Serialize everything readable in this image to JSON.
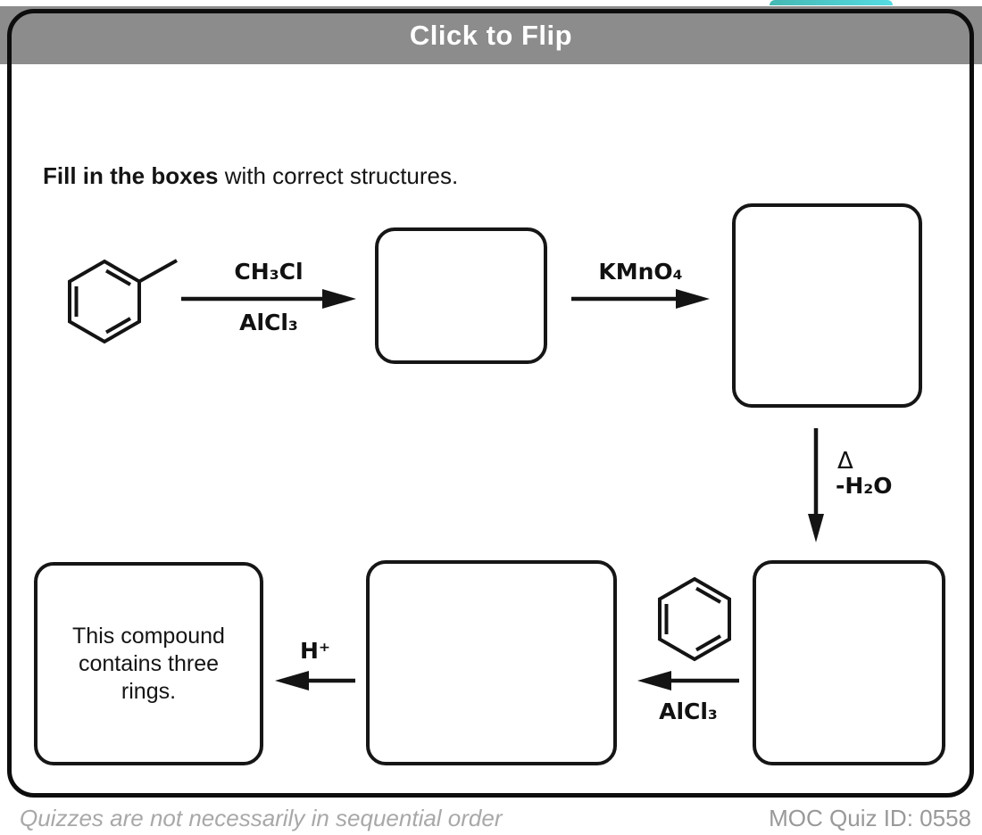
{
  "header": {
    "title": "Click to Flip",
    "bg_color": "#8c8c8c",
    "title_color": "#ffffff",
    "tab_color_left": "#45b8b2",
    "tab_color_right": "#55dbe3"
  },
  "instruction": {
    "bold": "Fill in the boxes",
    "rest": " with correct structures."
  },
  "scheme": {
    "start_molecule": "toluene-structure",
    "arrow1": {
      "above": "CH₃Cl",
      "below": "AlCl₃"
    },
    "arrow2": {
      "above": "KMnO₄"
    },
    "arrow3": {
      "label_top": "Δ",
      "label_bottom": "-H₂O"
    },
    "arrow4": {
      "reagent": "benzene-structure",
      "below": "AlCl₃"
    },
    "arrow5": {
      "above": "H⁺"
    },
    "final_box_text": "This compound contains three rings."
  },
  "footer": {
    "left_note": "Quizzes are not necessarily in sequential order",
    "right_id": "MOC Quiz ID: 0558"
  }
}
